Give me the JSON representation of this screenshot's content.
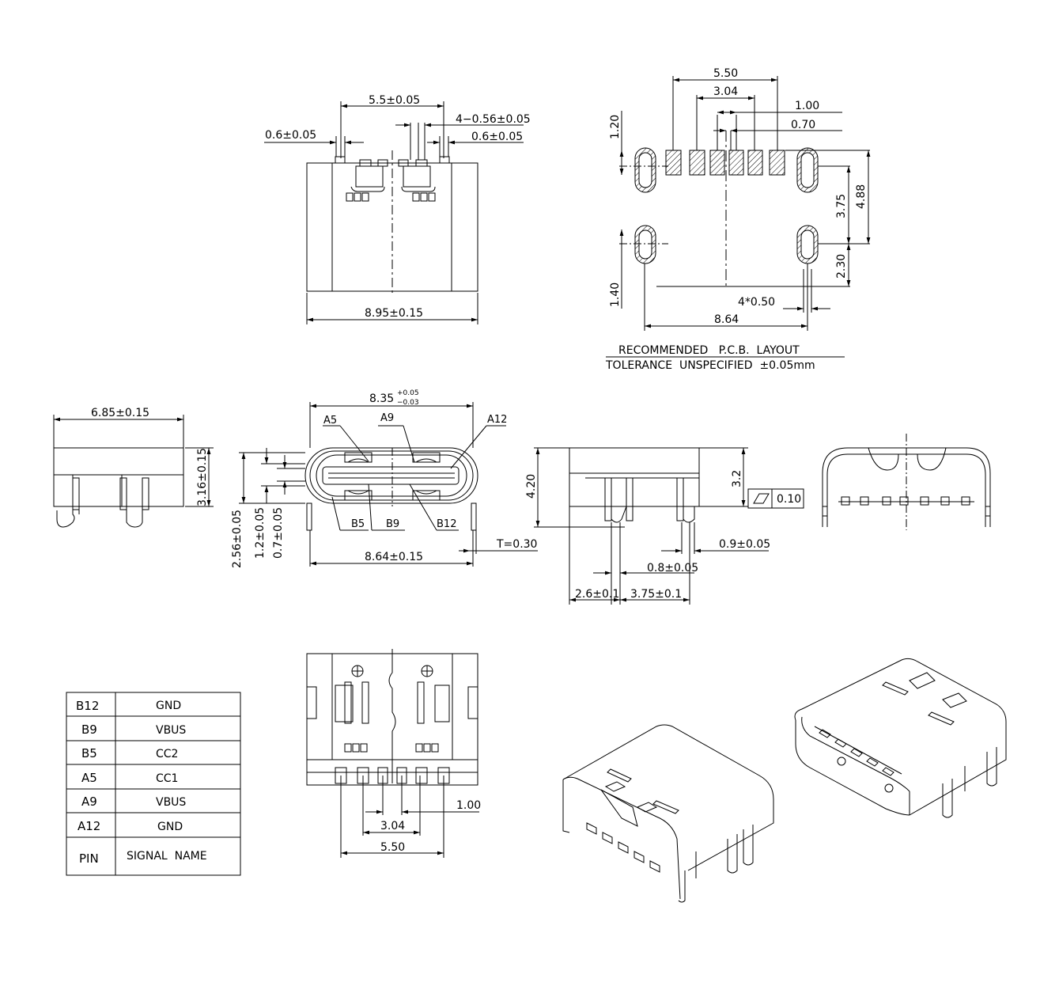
{
  "top_view": {
    "dim_width_top": "5.5±0.05",
    "dim_pad_left": "0.6±0.05",
    "dim_pins": "4−0.56±0.05",
    "dim_pad_right": "0.6±0.05",
    "dim_body": "8.95±0.15"
  },
  "pcb": {
    "dim_550": "5.50",
    "dim_304": "3.04",
    "dim_100": "1.00",
    "dim_070": "0.70",
    "dim_120": "1.20",
    "dim_375": "3.75",
    "dim_488": "4.88",
    "dim_230": "2.30",
    "dim_140": "1.40",
    "dim_4x050": "4*0.50",
    "dim_864": "8.64",
    "title": "RECOMMENDED   P.C.B.  LAYOUT",
    "tolerance": "TOLERANCE  UNSPECIFIED  ±0.05mm"
  },
  "side_view": {
    "dim_width": "6.85±0.15",
    "dim_height": "3.16±0.15"
  },
  "front_view": {
    "dim_top_base": "8.35",
    "dim_top_plus": "+0.05",
    "dim_top_minus": "−0.03",
    "a5": "A5",
    "a9": "A9",
    "a12": "A12",
    "b5": "B5",
    "b9": "B9",
    "b12": "B12",
    "dim_256": "2.56±0.05",
    "dim_12": "1.2±0.05",
    "dim_07": "0.7±0.05",
    "dim_bottom": "8.64±0.15",
    "dim_t": "T=0.30"
  },
  "profile_view": {
    "dim_420": "4.20",
    "dim_32": "3.2",
    "flatness": "0.10",
    "dim_09": "0.9±0.05",
    "dim_08": "0.8±0.05",
    "dim_26": "2.6±0.1",
    "dim_375": "3.75±0.1"
  },
  "bottom_view": {
    "dim_100": "1.00",
    "dim_304": "3.04",
    "dim_550": "5.50"
  },
  "pin_table": {
    "rows": [
      {
        "pin": "B12",
        "signal": "GND"
      },
      {
        "pin": "B9",
        "signal": "VBUS"
      },
      {
        "pin": "B5",
        "signal": "CC2"
      },
      {
        "pin": "A5",
        "signal": "CC1"
      },
      {
        "pin": "A9",
        "signal": "VBUS"
      },
      {
        "pin": "A12",
        "signal": "GND"
      }
    ],
    "header_pin": "PIN",
    "header_signal": "SIGNAL  NAME"
  }
}
